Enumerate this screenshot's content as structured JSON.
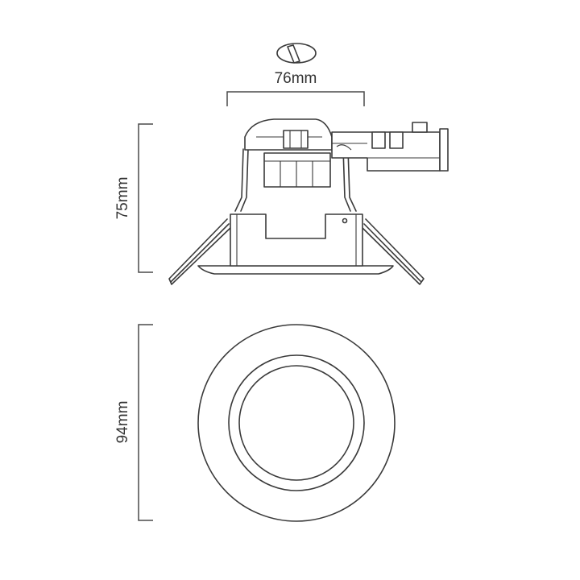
{
  "diagram": {
    "width_label": "76mm",
    "height_label": "75mm",
    "diameter_label": "94mm",
    "line_color": "#3a3a3a",
    "background": "#ffffff",
    "icons": [
      "tilt-icon"
    ]
  }
}
